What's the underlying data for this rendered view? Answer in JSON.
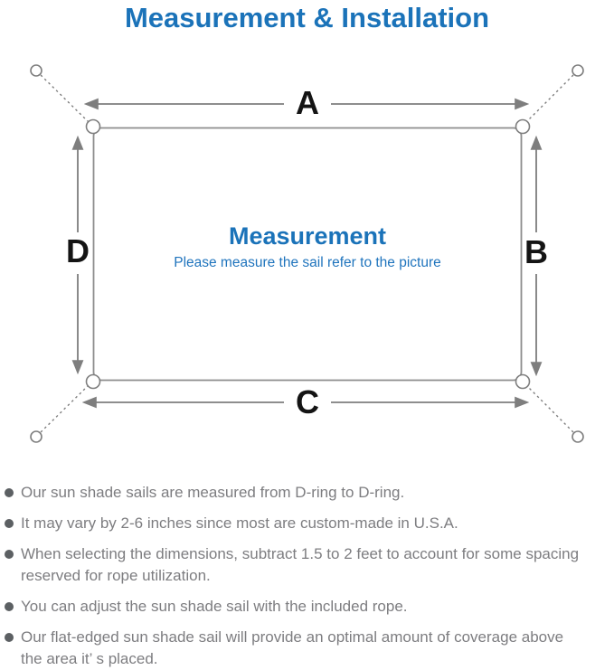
{
  "title": "Measurement & Installation",
  "diagram": {
    "labels": {
      "top": "A",
      "right": "B",
      "bottom": "C",
      "left": "D"
    },
    "center_title": "Measurement",
    "center_subtitle": "Please measure the sail refer to the picture",
    "colors": {
      "accent_blue": "#1b73b9",
      "subtitle_blue": "#1f74bd",
      "line_gray": "#7e7e7e",
      "sail_border_gray": "#8d8d8d",
      "label_black": "#141414"
    }
  },
  "notes": {
    "items": [
      {
        "text": "Our sun shade sails are measured from D-ring to D-ring."
      },
      {
        "text": "It may vary by 2-6 inches since most are custom-made in U.S.A."
      },
      {
        "text": "When selecting the dimensions, subtract 1.5 to 2 feet to account for some spacing\nreserved for rope utilization."
      },
      {
        "text": "You can adjust the sun shade sail with the included rope."
      },
      {
        "text": "Our flat-edged sun shade sail will provide an optimal amount of coverage above\nthe area it’ s placed."
      }
    ]
  }
}
